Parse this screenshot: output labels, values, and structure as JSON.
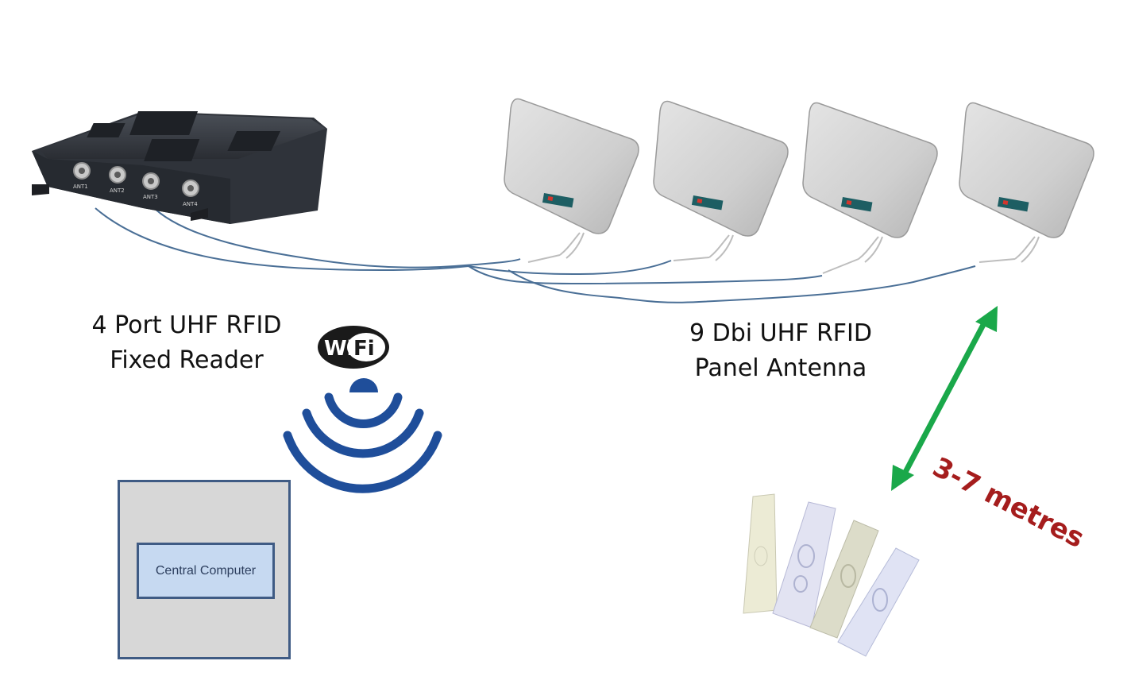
{
  "reader": {
    "label_line1": "4 Port UHF RFID",
    "label_line2": "Fixed Reader",
    "ports": [
      "ANT1",
      "ANT2",
      "ANT3",
      "ANT4"
    ]
  },
  "antenna": {
    "label_line1": "9 Dbi UHF RFID",
    "label_line2": "Panel Antenna"
  },
  "wifi": {
    "logo_left": "Wi",
    "logo_right": "Fi"
  },
  "distance": {
    "label": "3-7 metres"
  },
  "computer": {
    "label": "Central Computer"
  },
  "colors": {
    "cable": "#4a6f96",
    "wifi_waves": "#1f4e9a",
    "arrow": "#1aa84a",
    "distance_text": "#a51d1d",
    "computer_border": "#3f5b84",
    "computer_fill": "#d7d7d7",
    "screen_fill": "#c6d9f1"
  }
}
